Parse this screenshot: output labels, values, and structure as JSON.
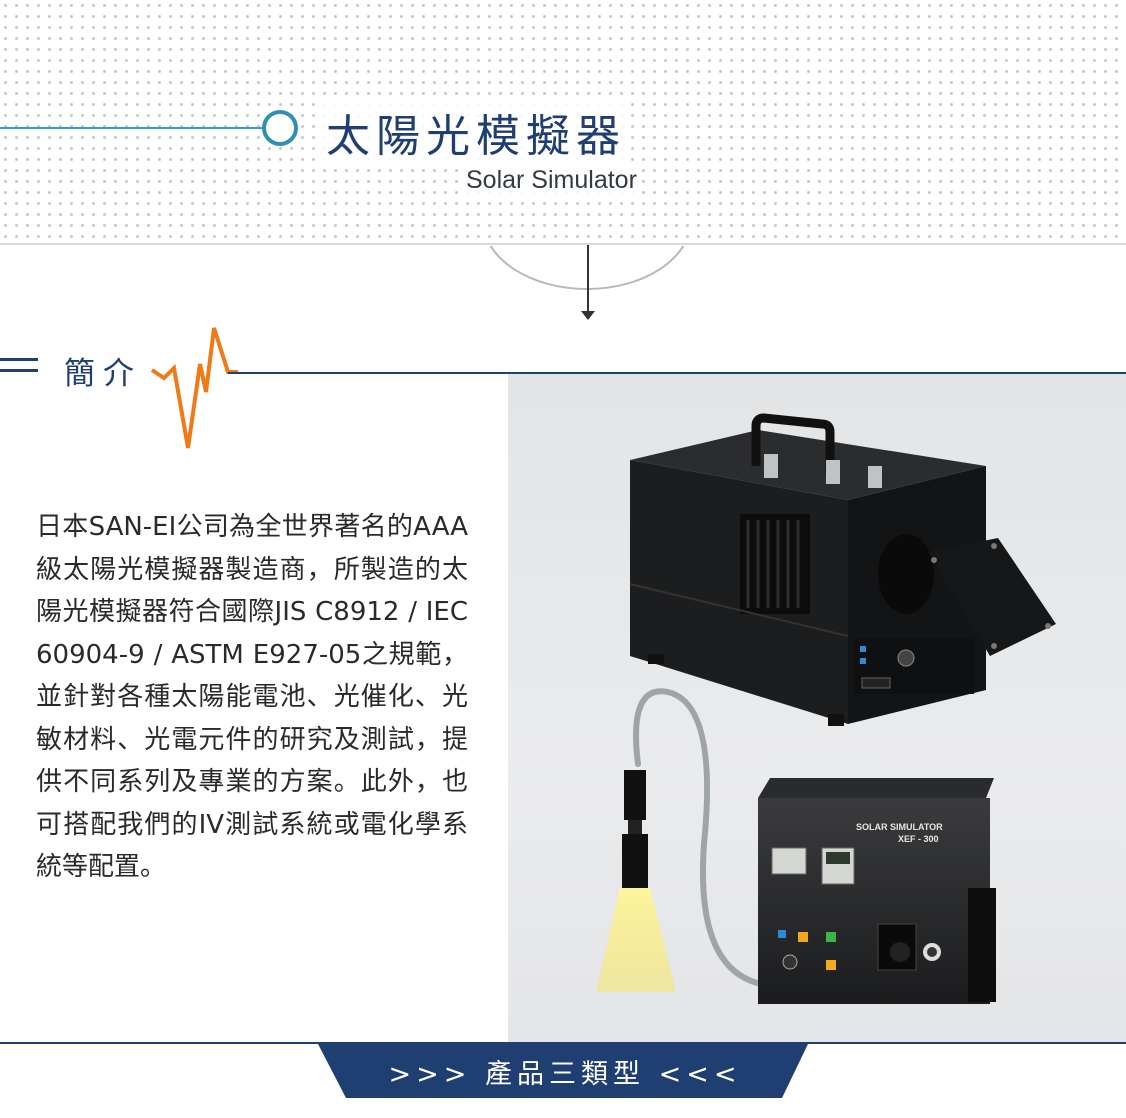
{
  "header": {
    "title_cn": "太陽光模擬器",
    "title_en": "Solar Simulator"
  },
  "intro": {
    "label": "簡介",
    "paragraph": "日本SAN-EI公司為全世界著名的AAA級太陽光模擬器製造商，所製造的太陽光模擬器符合國際JIS C8912 / IEC 60904-9 / ASTM E927-05之規範，並針對各種太陽能電池、光催化、光敏材料、光電元件的研究及測試，提供不同系列及專業的方案。此外，也可搭配我們的IV測試系統或電化學系統等配置。"
  },
  "product_photo": {
    "device_label_line1": "SOLAR SIMULATOR",
    "device_label_line2": "XEF - 300"
  },
  "footer": {
    "label": ">>>  產品三類型  <<<"
  },
  "colors": {
    "navy": "#1f3e72",
    "teal": "#3a9fbf",
    "orange": "#f07a18",
    "photo_bg": "#e6e7e8"
  },
  "icons": [
    "menu-lines-icon",
    "pulse-wave-icon",
    "down-arrow-icon",
    "title-ring-icon"
  ]
}
